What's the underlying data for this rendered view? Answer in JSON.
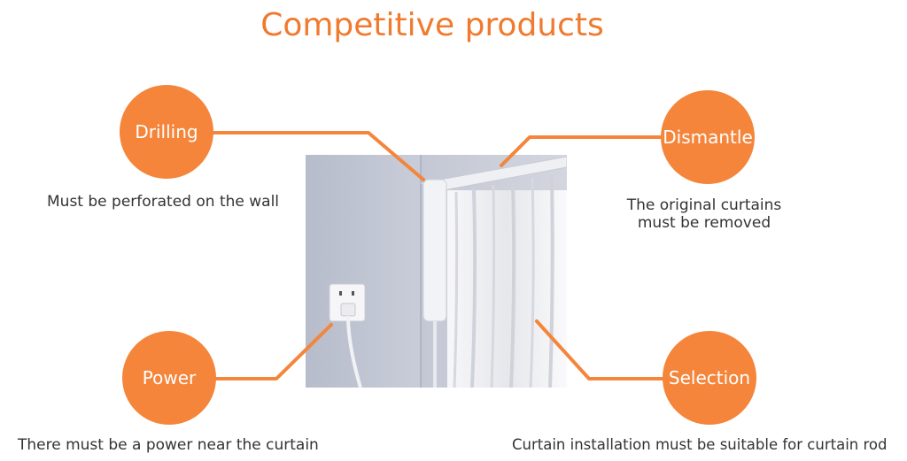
{
  "title": "Competitive products",
  "accent_color": "#f4853b",
  "features": {
    "drilling": {
      "label": "Drilling",
      "caption": "Must be perforated on the wall"
    },
    "dismantle": {
      "label": "Dismantle",
      "caption_line1": "The original curtains",
      "caption_line2": "must be removed"
    },
    "power": {
      "label": "Power",
      "caption": "There must be a power near the curtain"
    },
    "selection": {
      "label": "Selection",
      "caption": "Curtain installation must be suitable for curtain rod"
    }
  },
  "photo": {
    "subject": "curtain-motor-installation-photo"
  }
}
